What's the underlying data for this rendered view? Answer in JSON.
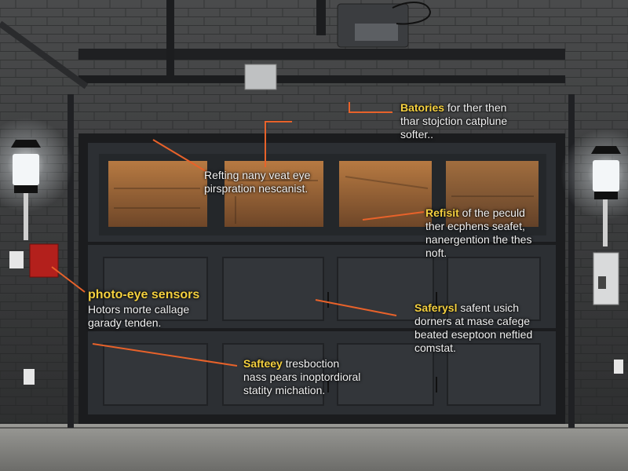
{
  "annotations": {
    "batteries": {
      "highlight": "Batories",
      "rest": " for ther then",
      "line2": "thar stojction catplune",
      "line3": "softer.."
    },
    "window_top": {
      "line1": "Refting nany veat eye",
      "line2": "pirspration nescanist."
    },
    "right_window": {
      "highlight": "Refisit",
      "rest": " of the peculd",
      "line2": "ther ecphens seafet,",
      "line3": "nanergention the thes",
      "line4": "noft."
    },
    "photo_eye": {
      "highlight": "photo-eye sensors",
      "line2": "Hotors morte callage",
      "line3": "garady tenden."
    },
    "center_right": {
      "highlight": "Saferysl",
      "rest": " safent usich",
      "line2": "dorners at mase cafege",
      "line3": "beated eseptoon neftied",
      "line4": "comstat."
    },
    "bottom": {
      "highlight": "Safteey",
      "rest": " tresboction",
      "line2": "nass pears inoptordioral",
      "line3": "statity michation."
    }
  },
  "colors": {
    "callout_line": "#e8622a",
    "highlight_text": "#f4d03f",
    "label_text": "#f2f2f2",
    "door": "#2c2f33",
    "wall": "#3a3b3c",
    "window_glow": "#c98a4a"
  }
}
